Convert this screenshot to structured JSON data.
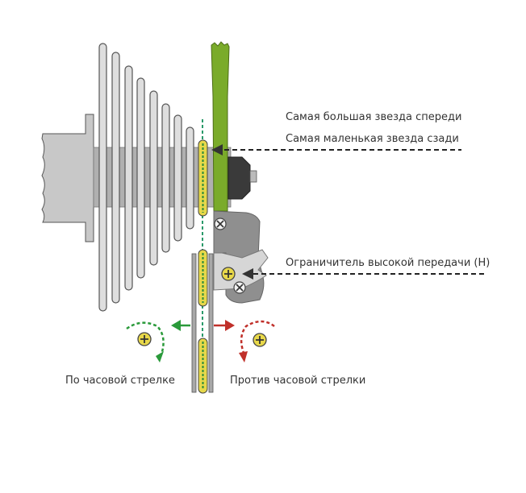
{
  "labels": {
    "largest_front": "Самая большая звезда спереди",
    "smallest_rear": "Самая маленькая звезда сзади",
    "high_limit": "Ограничитель высокой передачи (H)",
    "clockwise": "По часовой стрелке",
    "counterclockwise": "Против часовой стрелки"
  },
  "colors": {
    "green_plate": "#7aab2a",
    "cog_fill": "#dcdcdc",
    "axle": "#b0b0b0",
    "chain_yellow": "#e6d84a",
    "guide_dash": "#2a9a6a",
    "arrow_green": "#2a9a3a",
    "arrow_red": "#c0302a",
    "screw_yellow": "#e8d84a"
  }
}
